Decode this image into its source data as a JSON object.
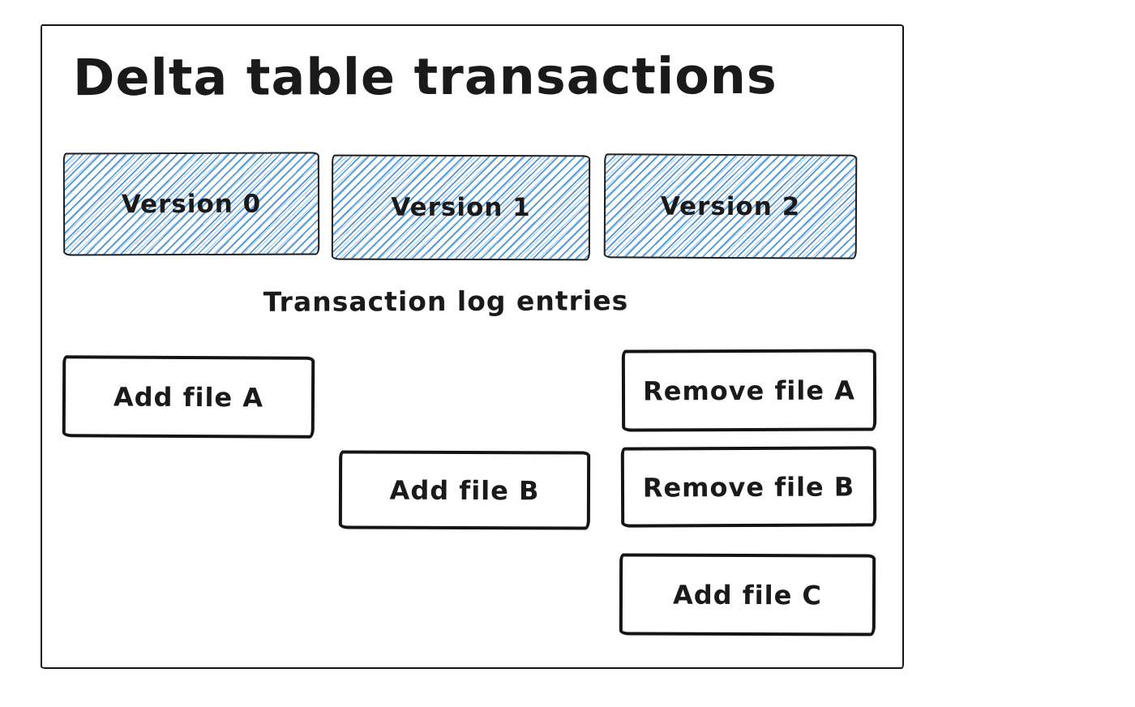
{
  "diagram": {
    "title": "Delta table transactions",
    "log_section_label": "Transaction log entries",
    "versions": [
      "Version 0",
      "Version 1",
      "Version 2"
    ],
    "log_entries": {
      "add_a": "Add file A",
      "remove_a": "Remove file A",
      "add_b": "Add file B",
      "remove_b": "Remove file B",
      "add_c": "Add file C"
    },
    "colors": {
      "stroke": "#1a1a1a",
      "hatch_blue": "#4f96d7"
    }
  }
}
